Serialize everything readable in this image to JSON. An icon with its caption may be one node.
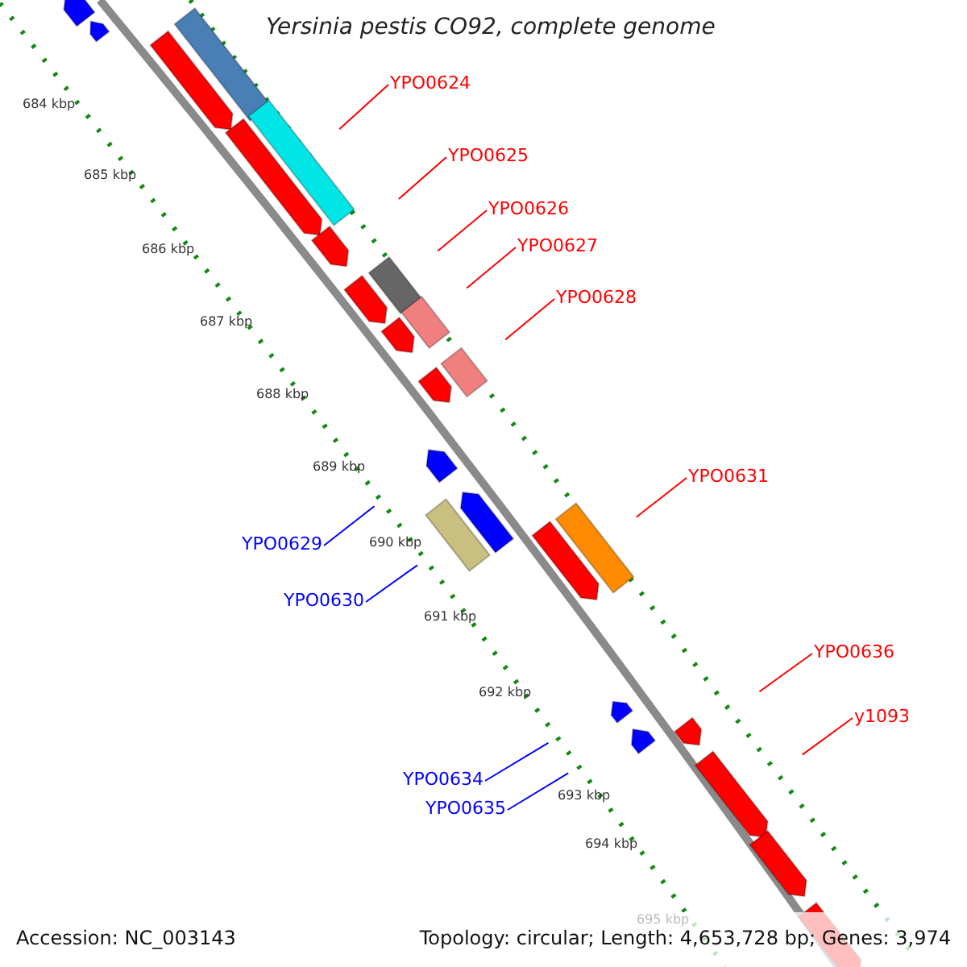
{
  "diagram": {
    "title": "Yersinia pestis CO92, complete genome",
    "nodes": [
      {
        "text": [
          "YPO0624"
        ]
      },
      {
        "text": [
          "YPO0625"
        ]
      },
      {
        "text": [
          "YPO0626"
        ]
      },
      {
        "text": [
          "YPO0627"
        ]
      },
      {
        "text": [
          "YPO0628"
        ]
      },
      {
        "text": [
          "YPO0631"
        ]
      },
      {
        "text": [
          "YPO0629"
        ]
      },
      {
        "text": [
          "YPO0630"
        ]
      },
      {
        "text": [
          "YPO0636"
        ]
      },
      {
        "text": [
          "y1093"
        ]
      },
      {
        "text": [
          "YPO0634"
        ]
      },
      {
        "text": [
          "YPO0635"
        ]
      }
    ],
    "edges": [
      {
        "from": 0,
        "to": null,
        "arrow": "none"
      },
      {
        "from": 1,
        "to": null,
        "arrow": "none"
      },
      {
        "from": 2,
        "to": null,
        "arrow": "none"
      },
      {
        "from": 3,
        "to": null,
        "arrow": "none"
      },
      {
        "from": 4,
        "to": null,
        "arrow": "none"
      },
      {
        "from": 5,
        "to": null,
        "arrow": "none"
      },
      {
        "from": 6,
        "to": null,
        "arrow": "none",
        "color": "#0000ff"
      },
      {
        "from": 7,
        "to": null,
        "arrow": "none",
        "color": "#0000ff"
      },
      {
        "from": 8,
        "to": null,
        "arrow": "none"
      },
      {
        "from": 9,
        "to": null,
        "arrow": "none"
      },
      {
        "from": 10,
        "to": null,
        "arrow": "none",
        "color": "#0000ff"
      },
      {
        "from": 11,
        "to": null,
        "arrow": "none",
        "color": "#0000ff"
      }
    ],
    "labels": [
      "684 kbp",
      "685 kbp",
      "686 kbp",
      "687 kbp",
      "688 kbp",
      "689 kbp",
      "690 kbp",
      "691 kbp",
      "692 kbp",
      "693 kbp",
      "694 kbp",
      "695 kbp",
      "Accession: NC_003143",
      "Topology: circular; Length: 4,653,728 bp; Genes: 3,974"
    ]
  }
}
